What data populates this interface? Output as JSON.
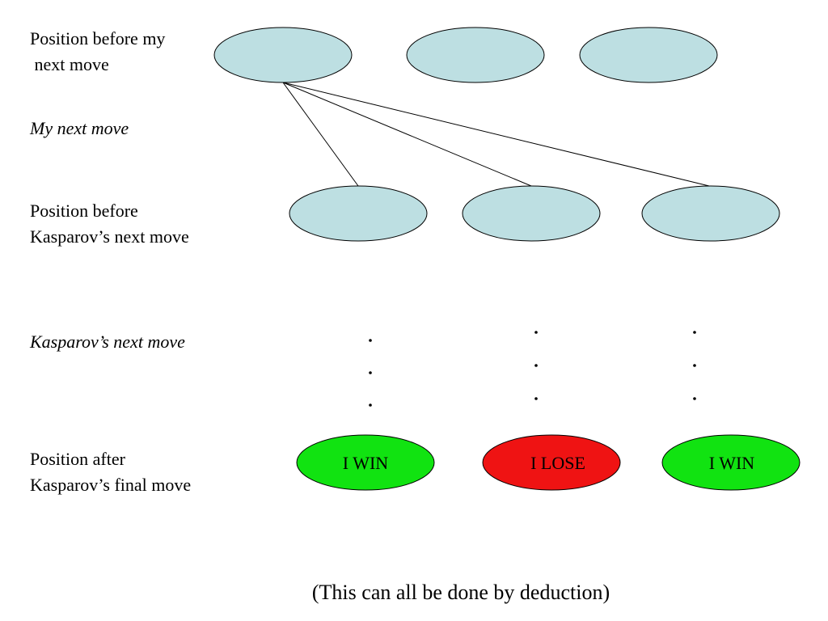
{
  "row_labels": [
    {
      "text": "Position before my\n next move",
      "italic": false
    },
    {
      "text": "My next move",
      "italic": true
    },
    {
      "text": "Position before\nKasparov’s next move",
      "italic": false
    },
    {
      "text": "Kasparov’s next move",
      "italic": true
    },
    {
      "text": "Position after\nKasparov’s final move",
      "italic": false
    }
  ],
  "outcomes": [
    {
      "label": "I WIN",
      "color": "#11e311"
    },
    {
      "label": "I LOSE",
      "color": "#ef1313"
    },
    {
      "label": "I WIN",
      "color": "#11e311"
    }
  ],
  "footer": "(This can all be done by deduction)",
  "colors": {
    "position_fill": "#bddfe2",
    "outline": "#000000",
    "edge": "#000000"
  }
}
